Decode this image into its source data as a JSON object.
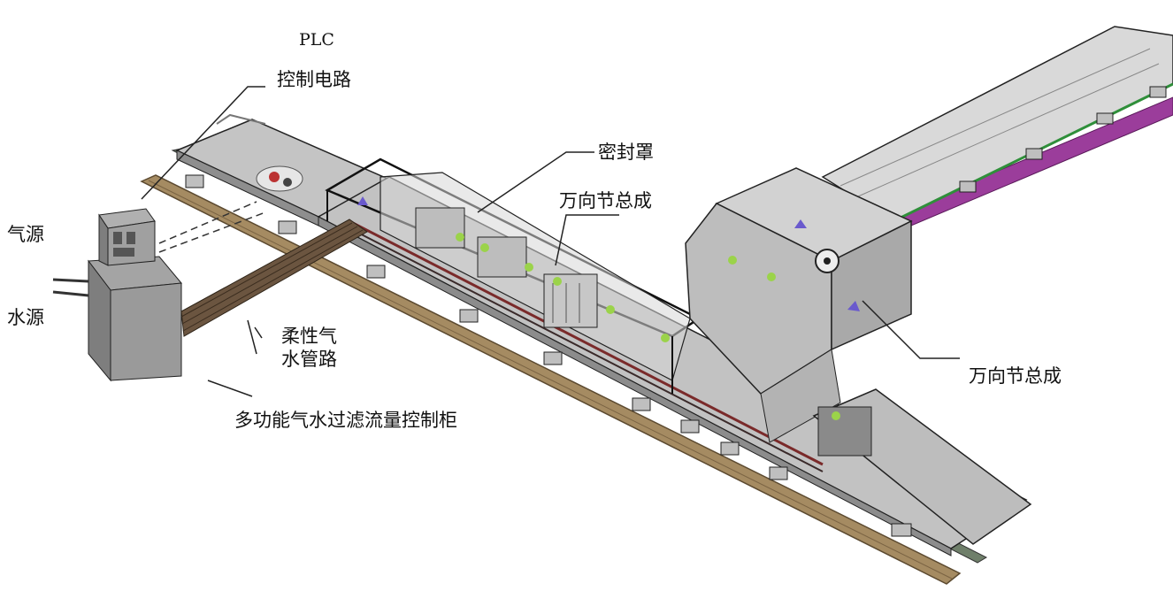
{
  "labels": {
    "plc": "PLC",
    "control_circuit": "控制电路",
    "air_source": "气源",
    "water_source": "水源",
    "flexible_hose_line1": "柔性气",
    "flexible_hose_line2": "水管路",
    "control_cabinet": "多功能气水过滤流量控制柜",
    "seal_cover": "密封罩",
    "universal_joint_upper": "万向节总成",
    "universal_joint_right": "万向节总成"
  },
  "colors": {
    "metal": "#c9c9c9",
    "metal_dark": "#9a9a9a",
    "rail": "#a58b62",
    "purple_rail": "#9b3d9b",
    "green_trim": "#2f8f3a",
    "nozzle_green": "#9bd34a",
    "nozzle_blue": "#6a5acd",
    "pipe": "#5a4a3a"
  }
}
